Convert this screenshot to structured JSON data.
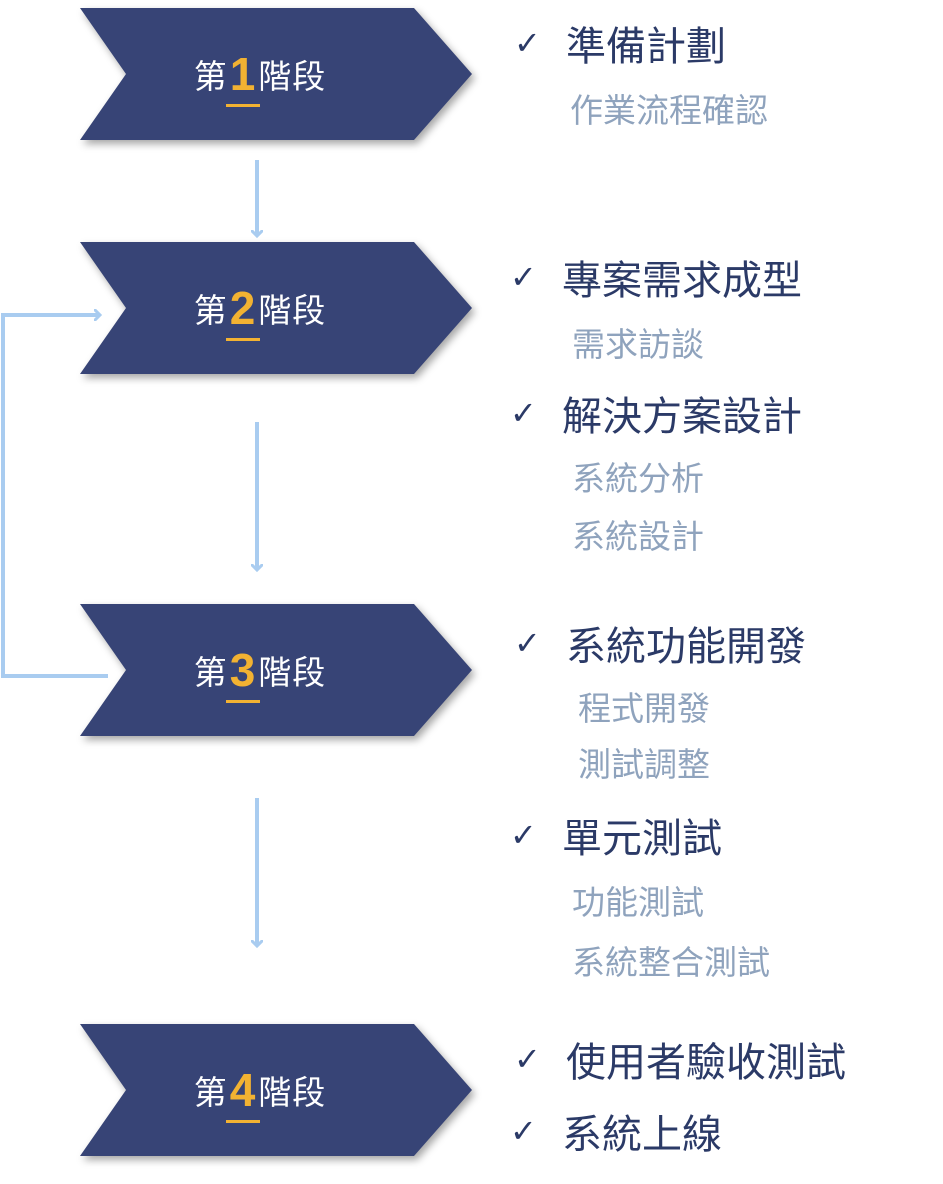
{
  "colors": {
    "chevron_fill": "#374476",
    "number": "#f2b232",
    "task_text": "#2b3a67",
    "subtask_text": "#8fa3bd",
    "arrow": "#a9ccf0"
  },
  "stages": [
    {
      "prefix": "第",
      "number": "1",
      "suffix": "階段"
    },
    {
      "prefix": "第",
      "number": "2",
      "suffix": "階段"
    },
    {
      "prefix": "第",
      "number": "3",
      "suffix": "階段"
    },
    {
      "prefix": "第",
      "number": "4",
      "suffix": "階段"
    }
  ],
  "check_icon": "✓",
  "tasks": {
    "stage1": {
      "t1": "準備計劃",
      "t1_sub1": "作業流程確認"
    },
    "stage2": {
      "t1": "專案需求成型",
      "t1_sub1": "需求訪談",
      "t2": "解決方案設計",
      "t2_sub1": "系統分析",
      "t2_sub2": "系統設計"
    },
    "stage3": {
      "t1": "系統功能開發",
      "t1_sub1": "程式開發",
      "t1_sub2": "測試調整",
      "t2": "單元測試",
      "t2_sub1": "功能測試",
      "t2_sub2": "系統整合測試"
    },
    "stage4": {
      "t1": "使用者驗收測試",
      "t2": "系統上線"
    }
  }
}
